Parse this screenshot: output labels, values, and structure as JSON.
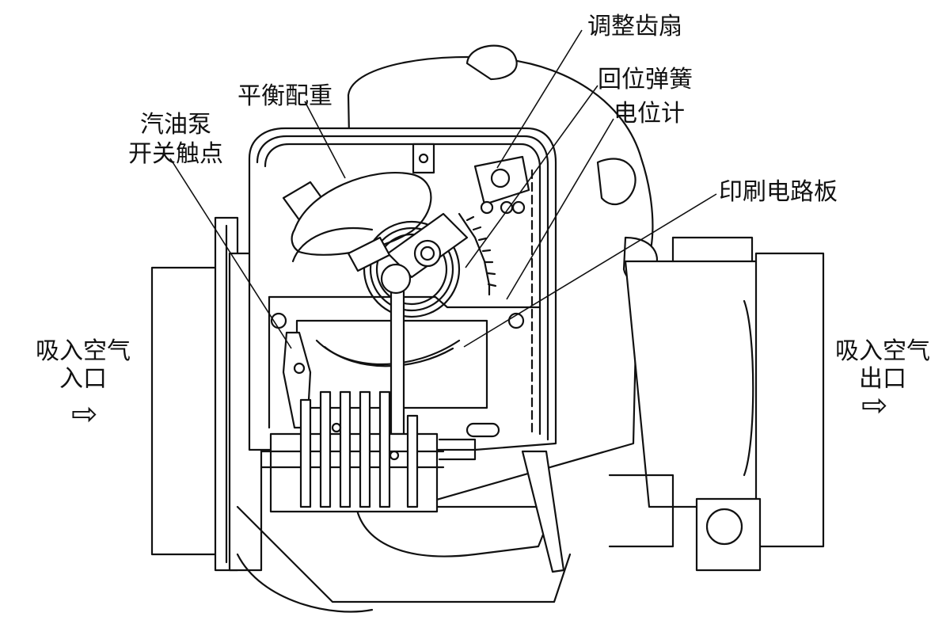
{
  "labels": {
    "adjust_sector_gear": "调整齿扇",
    "return_spring": "回位弹簧",
    "potentiometer": "电位计",
    "balance_weight": "平衡配重",
    "fuel_pump_switch_line1": "汽油泵",
    "fuel_pump_switch_line2": "开关触点",
    "printed_circuit_board": "印刷电路板",
    "air_inlet_line1": "吸入空气",
    "air_inlet_line2": "入口",
    "air_outlet_line1": "吸入空气",
    "air_outlet_line2": "出口"
  },
  "icons": {
    "inlet_arrow": "hollow-right-arrow",
    "outlet_arrow": "hollow-right-arrow"
  },
  "colors": {
    "line": "#111111",
    "background": "#ffffff"
  }
}
